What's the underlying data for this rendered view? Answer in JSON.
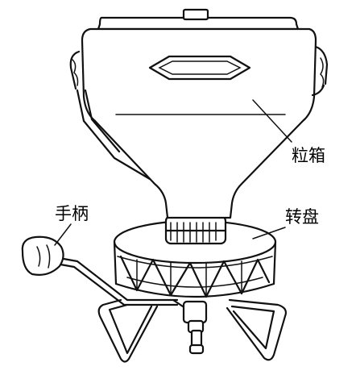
{
  "labels": {
    "hopper": "粒箱",
    "disc": "转盘",
    "handle": "手柄"
  },
  "colors": {
    "ink": "#111111",
    "background": "#ffffff"
  }
}
